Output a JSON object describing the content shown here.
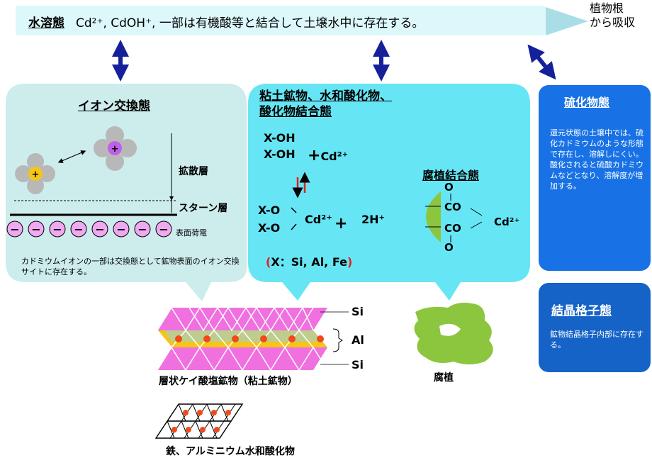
{
  "banner": {
    "title": "水溶態",
    "text": "Cd²⁺, CdOH⁺, 一部は有機酸等と結合して土壌水中に存在する。",
    "root_line1": "植物根",
    "root_line2": "から吸収"
  },
  "ion_exchange": {
    "title": "イオン交換態",
    "diffuse": "拡散層",
    "stern": "スターン層",
    "surface_charge": "表面荷電",
    "note": "カドミウムイオンの一部は交換態として鉱物表面のイオン交換サイトに存在する。",
    "plus": "+",
    "minus": "−"
  },
  "clay": {
    "title_line1": "粘土鉱物、水和酸化物、",
    "title_line2": "酸化物結合態",
    "xoh": "X-OH",
    "cd": "Cd²⁺",
    "plus": "+",
    "xo": "X-O",
    "h": "2H⁺",
    "x_open": "(",
    "x_body": "X：Si, Al, Fe",
    "x_close": ")"
  },
  "humic": {
    "title": "腐植結合態",
    "o": "O",
    "co": "CO",
    "cd": "Cd²⁺"
  },
  "sulfide": {
    "title": "硫化物態",
    "text": "還元状態の土壌中では、硫化カドミウムのような形態で存在し、溶解しにくい。酸化されると硫酸カドミウムなどとなり、溶解度が増加する。"
  },
  "crystal": {
    "title": "結晶格子態",
    "text": "鉱物結晶格子内部に存在する。"
  },
  "layers": {
    "si": "Si",
    "al": "Al",
    "caption": "層状ケイ酸塩鉱物（粘土鉱物）"
  },
  "humus": {
    "caption": "腐植"
  },
  "iron": {
    "caption": "鉄、アルミニウム水和酸化物"
  },
  "colors": {
    "banner_bg": "#ddf8fb",
    "ion_box": "#cdecec",
    "clay_box": "#66e6f5",
    "blue_box": "#1872e6",
    "navy_arrow": "#15209a",
    "pink": "#f070e0",
    "yellow": "#f5c518",
    "orange_dot": "#f04a1a",
    "humus_green": "#8cc63f",
    "red": "#e0201a"
  }
}
